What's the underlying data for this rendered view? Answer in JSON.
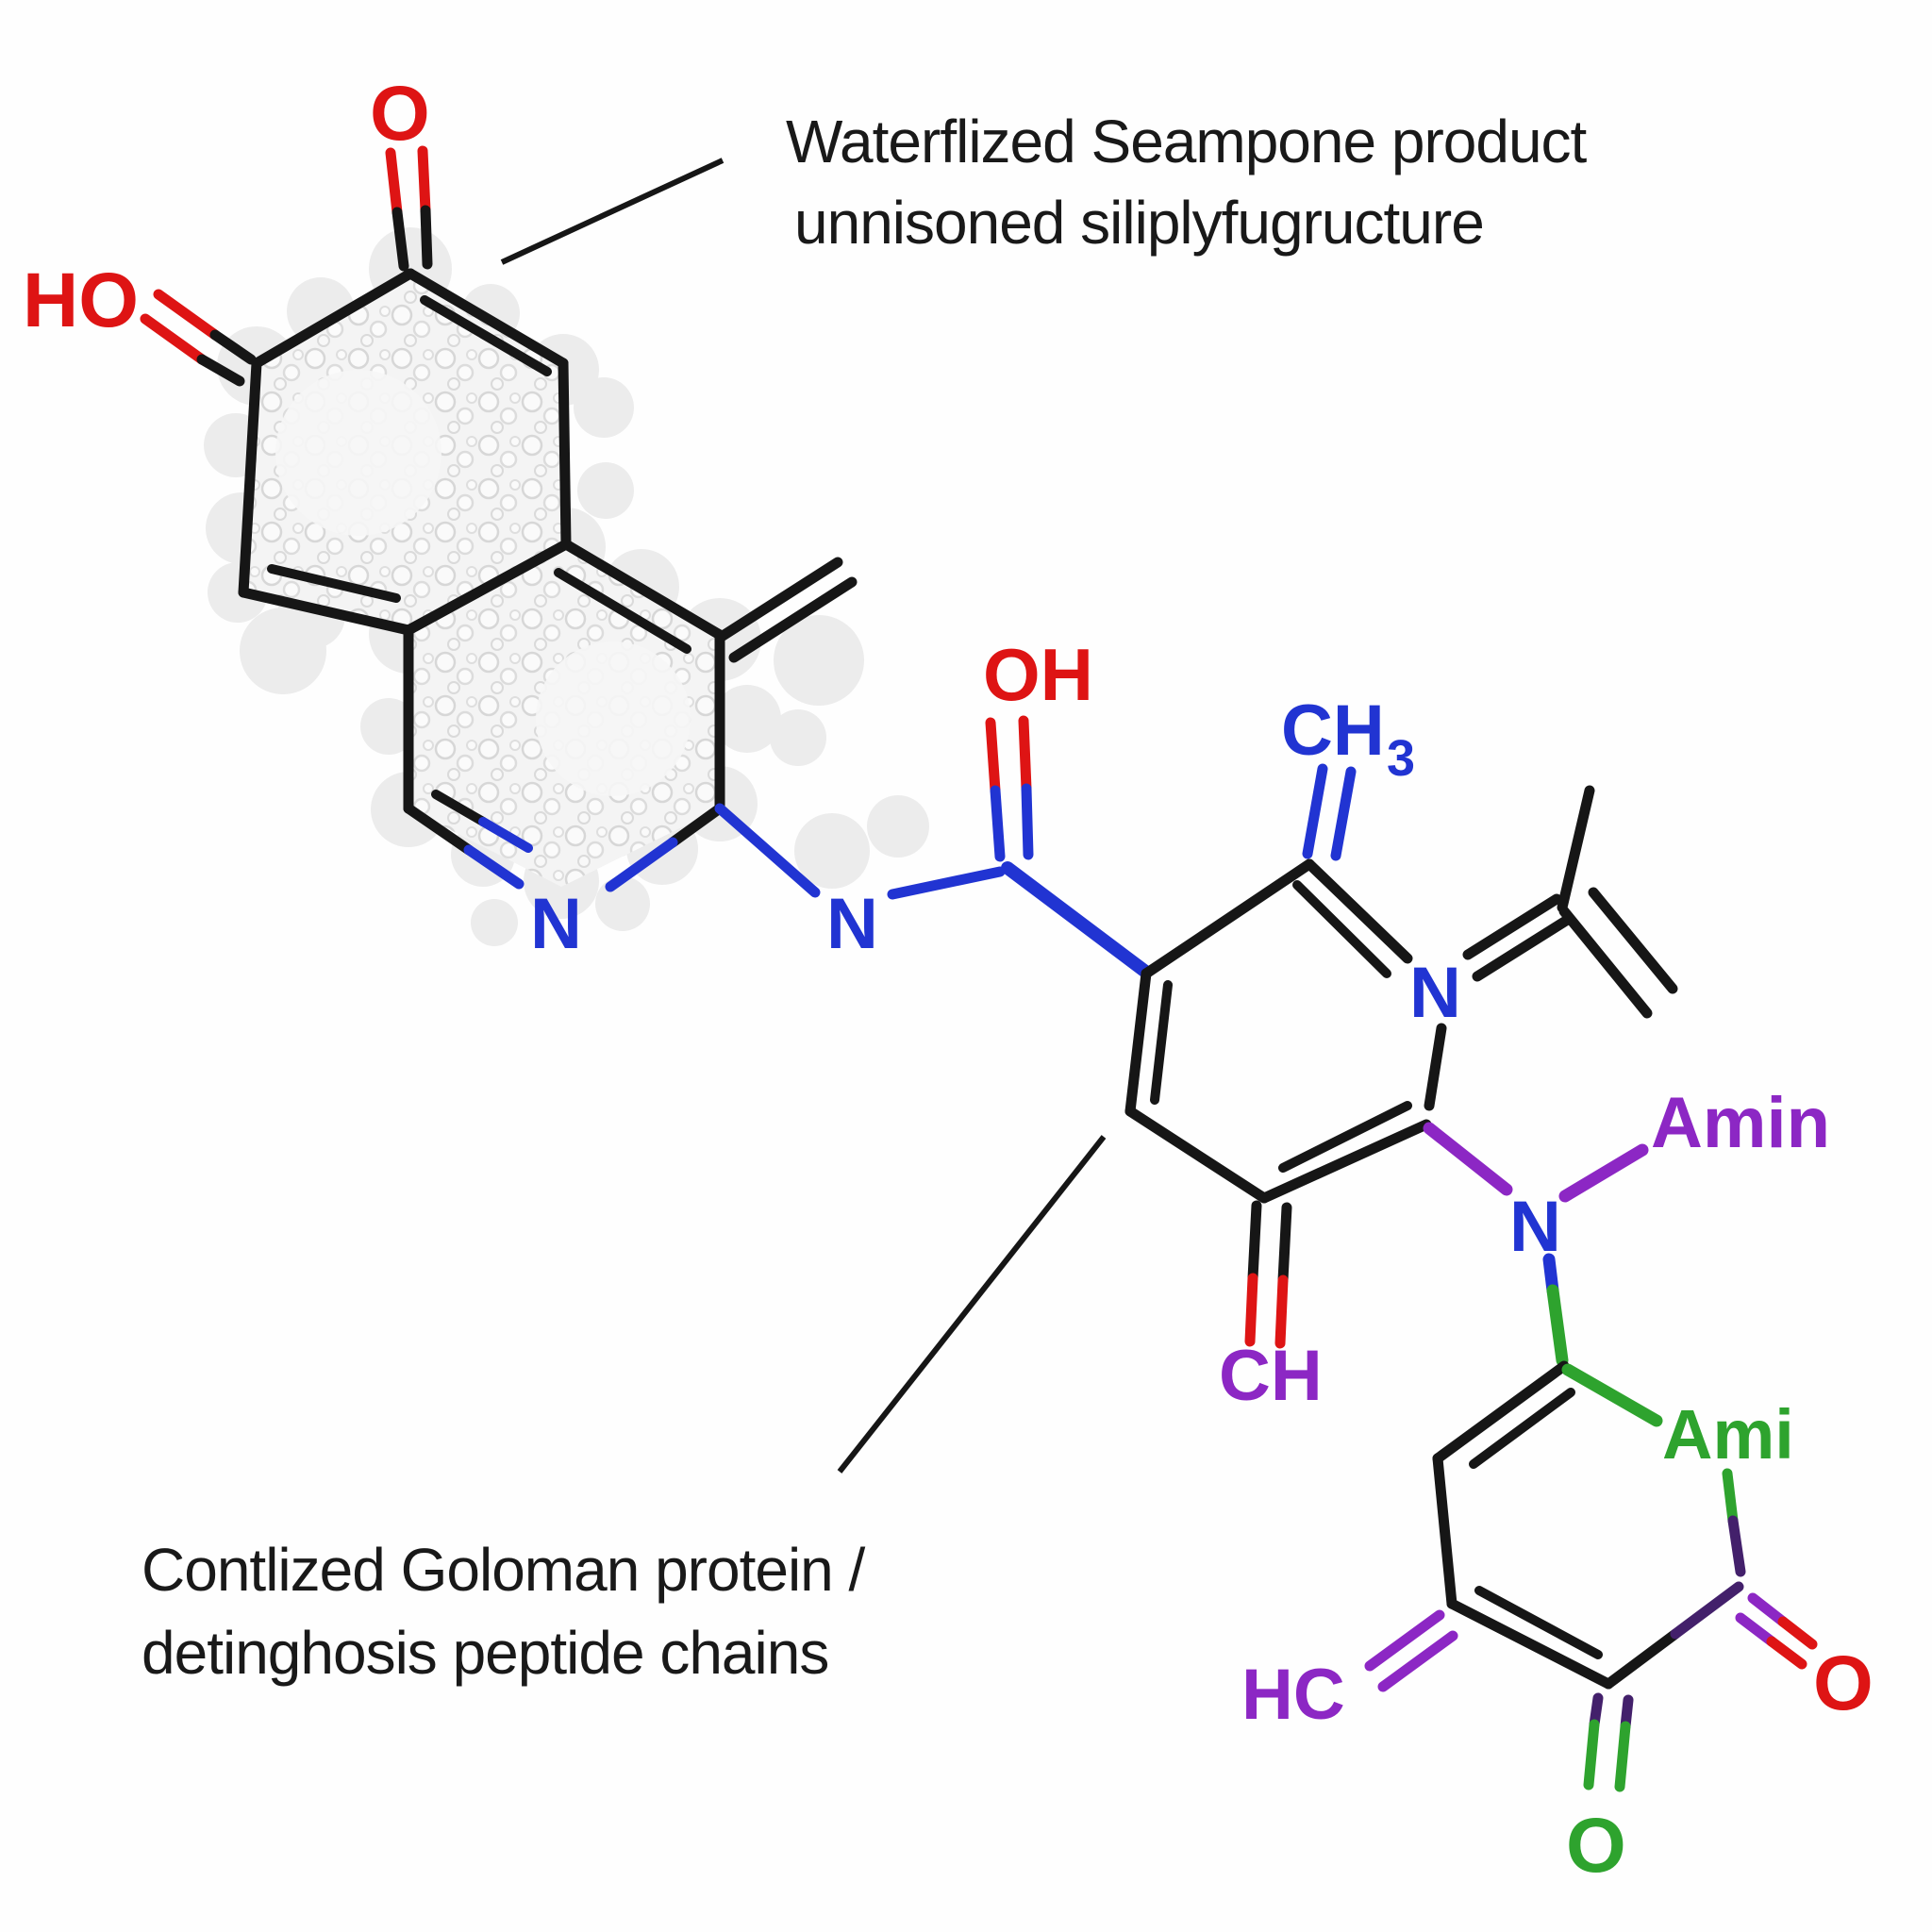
{
  "diagram_type": "chemical-structure",
  "colors": {
    "red": "#de1414",
    "blue": "#2134d2",
    "purple": "#8c27c4",
    "dark_purple": "#43206b",
    "green": "#2ea32e",
    "black": "#161616",
    "foam_fill": "#ededed",
    "foam_dot": "#d7d7d7"
  },
  "annotations": {
    "top": {
      "line1": "Waterflized Seampone product",
      "line2": "unnisoned siliplyfugructure"
    },
    "bottom": {
      "line1": "Contlized Goloman protein /",
      "line2": "detinghosis peptide chains"
    }
  },
  "atoms": {
    "o_top": "O",
    "ho_left": "HO",
    "n_ring_left": "N",
    "n_amide": "N",
    "oh_amide": "OH",
    "ch3_main": "CH",
    "ch3_sub": "3",
    "n_pyridinium": "N",
    "amin_label": "Amin",
    "n_link": "N",
    "ch_bottom": "CH",
    "ami_label": "Ami",
    "hc_left": "HC",
    "o_red_right": "O",
    "o_green_bottom": "O"
  }
}
